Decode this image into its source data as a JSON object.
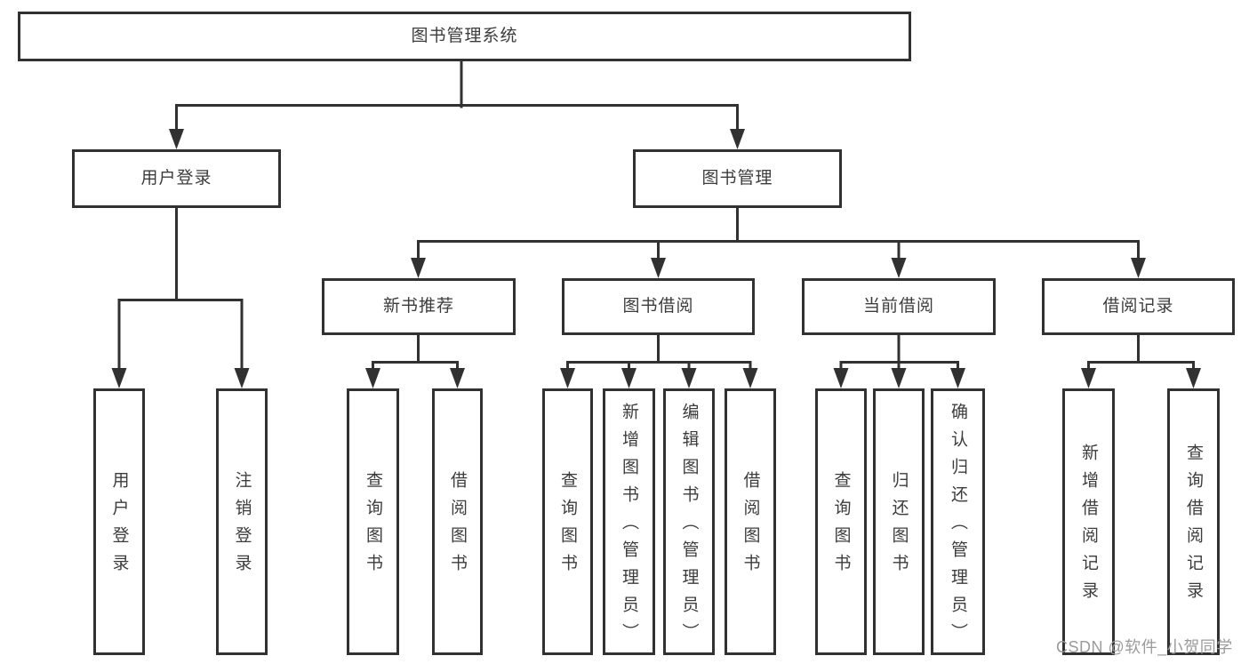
{
  "colors": {
    "line": "#313131",
    "text": "#3c3c3c",
    "watermark": "#9b9b9b",
    "background": "#ffffff"
  },
  "watermark": {
    "text": "CSDN @软件_小贺同学"
  },
  "tree": {
    "label": "图书管理系统",
    "children": [
      {
        "label": "用户登录",
        "children": [
          {
            "label": "用户登录"
          },
          {
            "label": "注销登录"
          }
        ]
      },
      {
        "label": "图书管理",
        "children": [
          {
            "label": "新书推荐",
            "children": [
              {
                "label": "查询图书"
              },
              {
                "label": "借阅图书"
              }
            ]
          },
          {
            "label": "图书借阅",
            "children": [
              {
                "label": "查询图书"
              },
              {
                "label": "新增图书（管理员）"
              },
              {
                "label": "编辑图书（管理员）"
              },
              {
                "label": "借阅图书"
              }
            ]
          },
          {
            "label": "当前借阅",
            "children": [
              {
                "label": "查询图书"
              },
              {
                "label": "归还图书"
              },
              {
                "label": "确认归还（管理员）"
              }
            ]
          },
          {
            "label": "借阅记录",
            "children": [
              {
                "label": "新增借阅记录"
              },
              {
                "label": "查询借阅记录"
              }
            ]
          }
        ]
      }
    ]
  }
}
